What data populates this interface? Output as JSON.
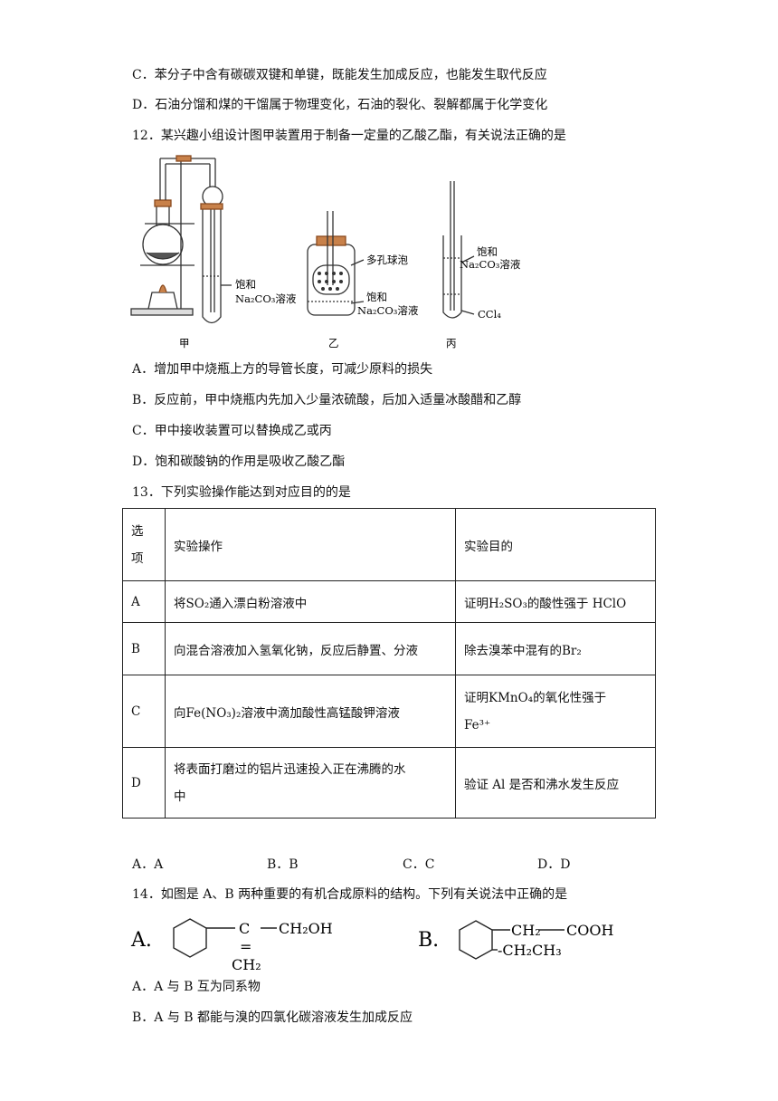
{
  "lines": {
    "c11": "C．苯分子中含有碳碳双键和单键，既能发生加成反应，也能发生取代反应",
    "d11": "D．石油分馏和煤的干馏属于物理变化，石油的裂化、裂解都属于化学变化",
    "q12": "12．某兴趣小组设计图甲装置用于制备一定量的乙酸乙酯，有关说法正确的是",
    "a12": "A．增加甲中烧瓶上方的导管长度，可减少原料的损失",
    "b12": "B．反应前，甲中烧瓶内先加入少量浓硫酸，后加入适量冰酸醋和乙醇",
    "c12": "C．甲中接收装置可以替换成乙或丙",
    "d12": "D．饱和碳酸钠的作用是吸收乙酸乙酯",
    "q13": "13．下列实验操作能达到对应目的的是",
    "q14": "14．如图是 A、B 两种重要的有机合成原料的结构。下列有关说法中正确的是",
    "a14": "A．A 与 B 互为同系物",
    "b14": "B．A 与 B 都能与溴的四氯化碳溶液发生加成反应"
  },
  "figure12": {
    "jia": "甲",
    "yi": "乙",
    "bing": "丙",
    "baohe": "饱和",
    "na2co3": "Na₂CO₃溶液",
    "duokong": "多孔球泡",
    "ccl4": "CCl₄"
  },
  "table13": {
    "header": {
      "opt1": "选",
      "opt2": "项",
      "operation": "实验操作",
      "purpose": "实验目的"
    },
    "rows": [
      {
        "option": "A",
        "operation": "将SO₂通入漂白粉溶液中",
        "purpose": "证明H₂SO₃的酸性强于 HClO"
      },
      {
        "option": "B",
        "operation": "向混合溶液加入氢氧化钠，反应后静置、分液",
        "purpose": "除去溴苯中混有的Br₂"
      },
      {
        "option": "C",
        "operation": "向Fe(NO₃)₂溶液中滴加酸性高锰酸钾溶液",
        "purpose1": "证明KMnO₄的氧化性强于",
        "purpose2": "Fe³⁺"
      },
      {
        "option": "D",
        "operation1": "将表面打磨过的铝片迅速投入正在沸腾的水",
        "operation2": "中",
        "purpose": "验证 Al 是否和沸水发生反应"
      }
    ],
    "choices": [
      "A．A",
      "B．B",
      "C．C",
      "D．D"
    ]
  },
  "structures14": {
    "labelA": "A.",
    "labelB": "B.",
    "a_ch2oh": "CH₂OH",
    "a_eq": "=",
    "a_ch2": "CH₂",
    "a_c": "C",
    "b_ch2": "CH₂",
    "b_cooh": "COOH",
    "b_ch2ch3": "-CH₂CH₃"
  }
}
